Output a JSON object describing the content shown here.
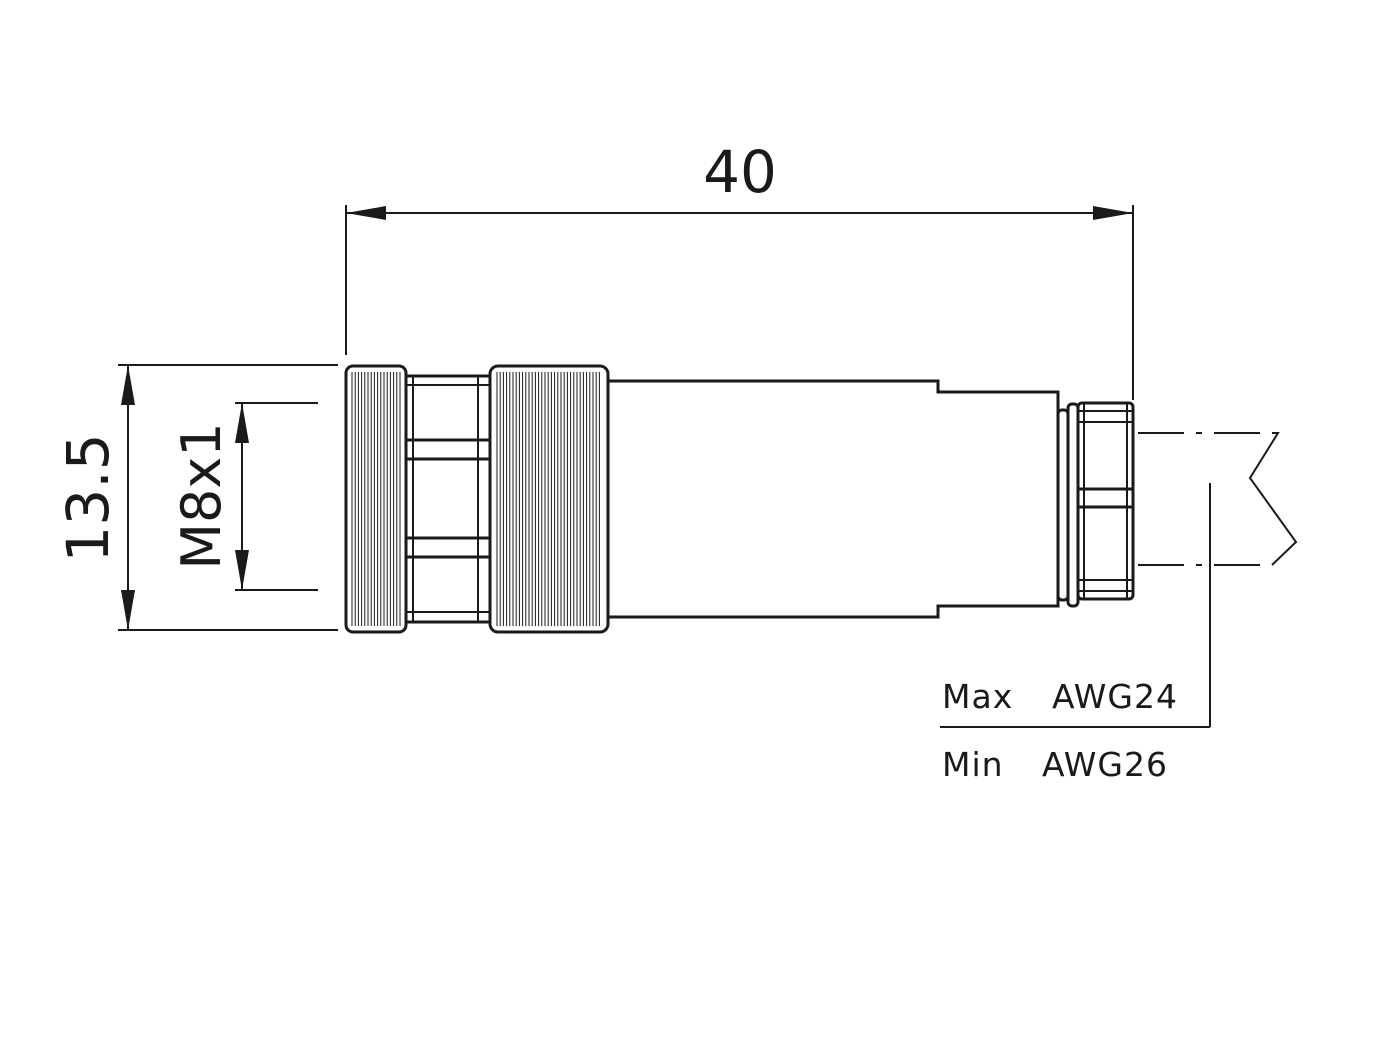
{
  "dimensions": {
    "overall_length": "40",
    "outer_diameter": "13.5",
    "thread": "M8x1"
  },
  "wire_gauge": {
    "max_label": "Max",
    "max_value": "AWG24",
    "min_label": "Min",
    "min_value": "AWG26"
  },
  "colors": {
    "line": "#1a1a1a",
    "background": "#ffffff"
  }
}
